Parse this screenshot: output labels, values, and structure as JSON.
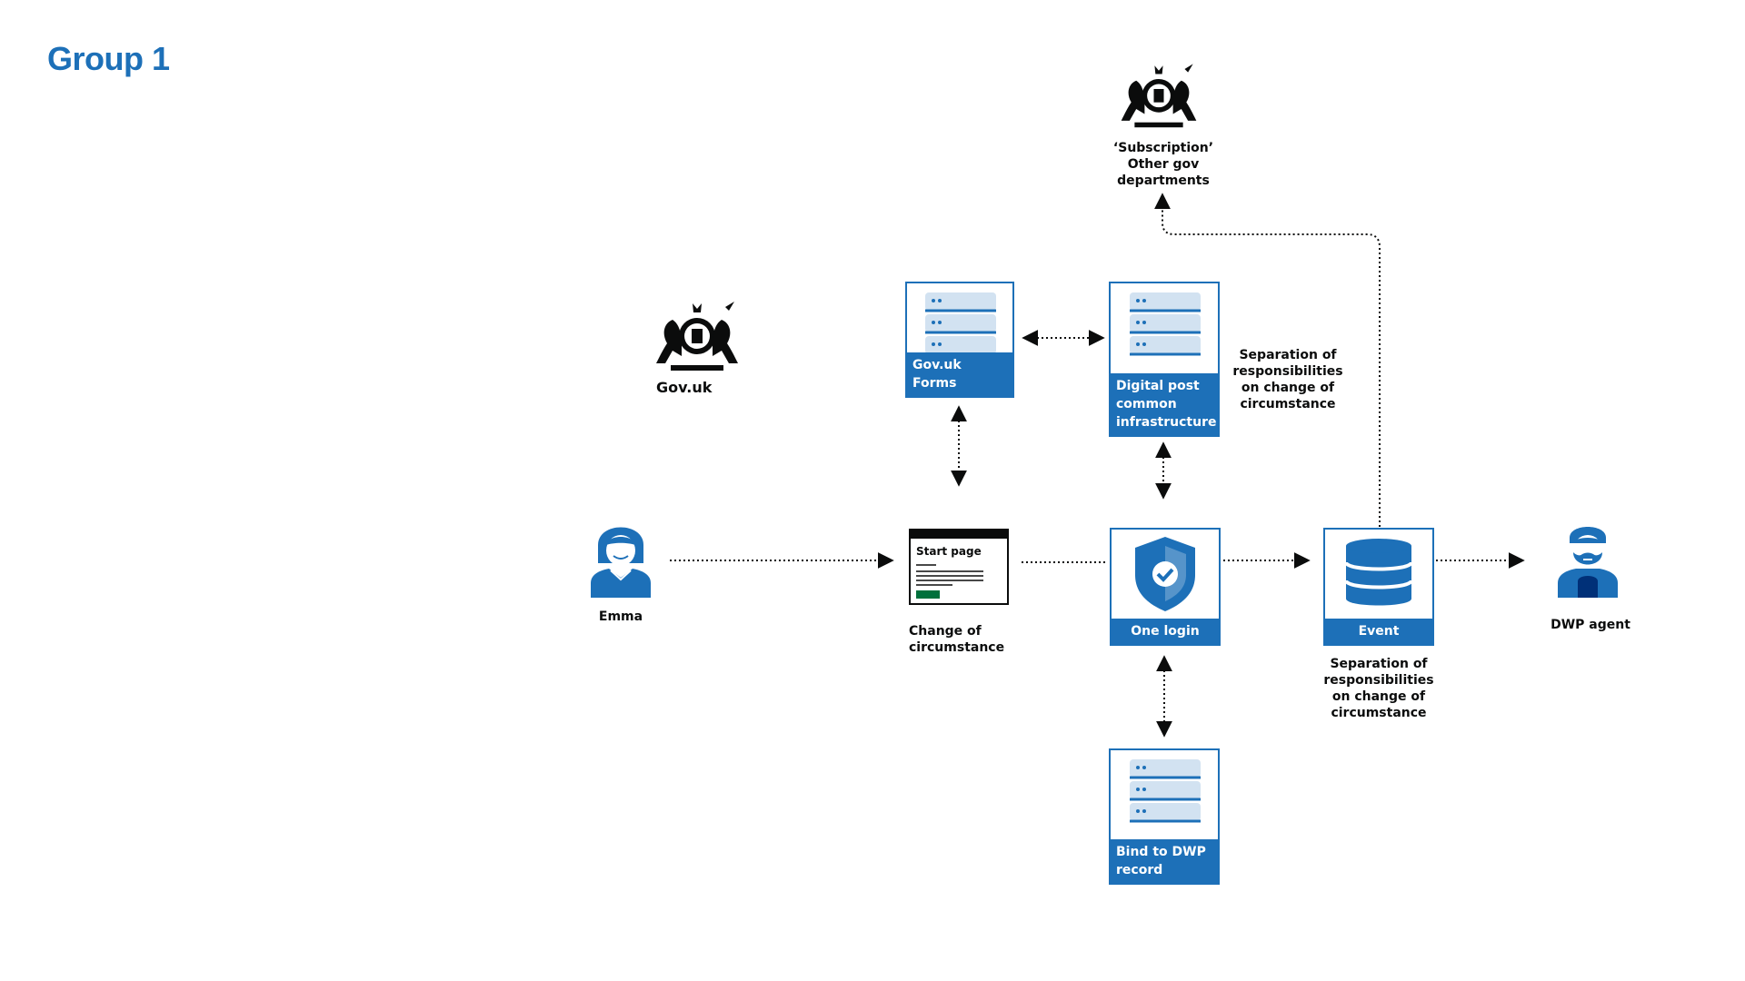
{
  "title": "Group 1",
  "colors": {
    "accent": "#1d70b8",
    "accent_light": "#5694ca",
    "text": "#0b0c0c",
    "green": "#00703c"
  },
  "actors": {
    "emma": {
      "label": "Emma",
      "icon": "person-female-icon"
    },
    "dwp_agent": {
      "label": "DWP agent",
      "icon": "person-bearded-icon"
    }
  },
  "gov_uk": {
    "label": "Gov.uk",
    "icon": "royal-coat-of-arms-icon"
  },
  "subscription": {
    "icon": "royal-coat-of-arms-icon",
    "lines": [
      "‘Subscription’",
      "Other gov",
      "departments"
    ]
  },
  "start_page": {
    "card_title": "Start page",
    "caption": [
      "Change of",
      "circumstance"
    ]
  },
  "nodes": {
    "govuk_forms": {
      "label": "Gov.uk Forms",
      "icon": "server-stack-icon"
    },
    "digital_post": {
      "label_lines": [
        "Digital post",
        "common",
        "infrastructure"
      ],
      "icon": "server-stack-icon"
    },
    "one_login": {
      "label": "One login",
      "icon": "shield-check-icon"
    },
    "event": {
      "label": "Event",
      "icon": "database-icon"
    },
    "bind_dwp": {
      "label_lines": [
        "Bind to DWP",
        "record"
      ],
      "icon": "server-stack-icon"
    }
  },
  "notes": {
    "separation_top": [
      "Separation of",
      "responsibilities",
      "on change of",
      "circumstance"
    ],
    "separation_bottom": [
      "Separation of",
      "responsibilities",
      "on change of",
      "circumstance"
    ]
  },
  "edges": [
    {
      "from": "emma",
      "to": "start_page",
      "style": "dotted",
      "arrow": "end"
    },
    {
      "from": "start_page",
      "to": "govuk_forms",
      "style": "dotted",
      "arrow": "both"
    },
    {
      "from": "govuk_forms",
      "to": "digital_post",
      "style": "dotted",
      "arrow": "both"
    },
    {
      "from": "digital_post",
      "to": "one_login",
      "style": "dotted",
      "arrow": "both"
    },
    {
      "from": "start_page",
      "to": "one_login",
      "style": "dotted",
      "arrow": "none"
    },
    {
      "from": "one_login",
      "to": "event",
      "style": "dotted",
      "arrow": "end"
    },
    {
      "from": "one_login",
      "to": "bind_dwp",
      "style": "dotted",
      "arrow": "both"
    },
    {
      "from": "event",
      "to": "dwp_agent",
      "style": "dotted",
      "arrow": "end"
    },
    {
      "from": "event",
      "to": "subscription",
      "style": "dotted",
      "arrow": "end"
    }
  ]
}
